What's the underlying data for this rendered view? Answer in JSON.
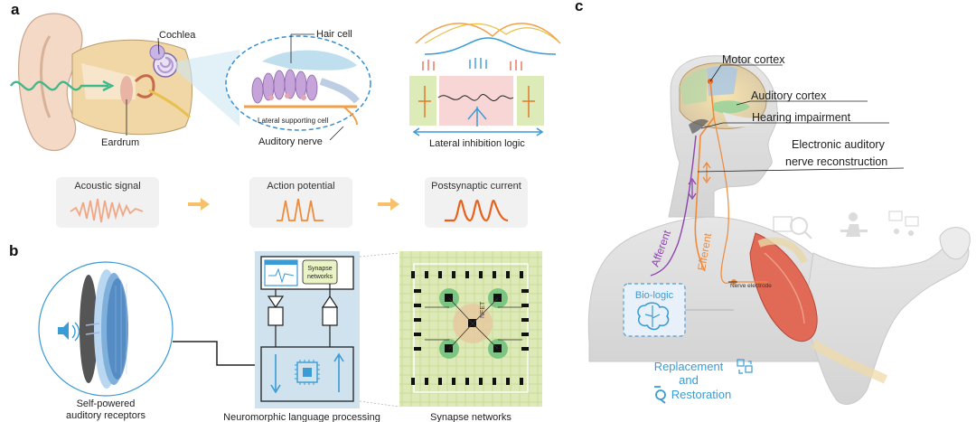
{
  "panels": {
    "a": {
      "letter": "a",
      "labels": {
        "cochlea": "Cochlea",
        "eardrum": "Eardrum",
        "hair_cell": "Hair cell",
        "lateral_supporting_cell": "Lateral supporting cell",
        "auditory_nerve": "Auditory nerve",
        "lateral_inhibition": "Lateral inhibition  logic"
      },
      "signals": [
        {
          "label": "Acoustic signal",
          "color": "#f2a784"
        },
        {
          "label": "Action potential",
          "color": "#ef8a3a"
        },
        {
          "label": "Postsynaptic current",
          "color": "#e8611c"
        }
      ]
    },
    "b": {
      "letter": "b",
      "captions": {
        "receptors_line1": "Self-powered",
        "receptors_line2": "auditory receptors",
        "processing": "Neuromorphic language processing",
        "synapse": "Synapse networks"
      },
      "window_label_line1": "Synapse",
      "window_label_line2": "networks",
      "chip_label": "NFET"
    },
    "c": {
      "letter": "c",
      "labels": {
        "motor_cortex": "Motor cortex",
        "auditory_cortex": "Auditory cortex",
        "hearing_impairment": "Hearing impairment",
        "eanr_line1": "Electronic auditory",
        "eanr_line2": "nerve reconstruction",
        "afferent": "Afferent",
        "efferent": "Efferent",
        "nerve_electrode": "Nerve electrode",
        "bio_logic": "Bio-logic"
      },
      "replacement": "Replacement",
      "and_text": "and",
      "restoration": "Restoration"
    }
  },
  "colors": {
    "accent_blue": "#3a9bd5",
    "orange": "#ef8a3a",
    "purple": "#8e44ad",
    "green_light": "#cfe6a4",
    "panel_blue": "#cfe2ee"
  }
}
